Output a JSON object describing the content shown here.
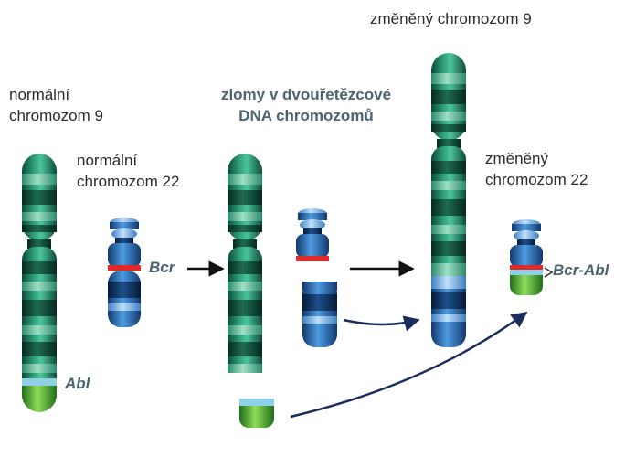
{
  "labels": {
    "normal_chr9": [
      "normální",
      "chromozom 9"
    ],
    "normal_chr22": [
      "normální",
      "chromozom 22"
    ],
    "breaks_heading": [
      "zlomy v dvouřetězcové",
      "DNA chromozomů"
    ],
    "changed_chr9": "změněný chromozom 9",
    "changed_chr22": [
      "změněný",
      "chromozom 22"
    ]
  },
  "genes": {
    "abl": "Abl",
    "bcr": "Bcr",
    "fusion": "Bcr-Abl"
  },
  "colors": {
    "chr9_green": "#1f8a6a",
    "chr22_blue": "#2f74b8",
    "abl_green": "#5fb83a",
    "abl_band": "#8fd0e6",
    "bcr_red": "#e02a2a",
    "arrow": "#1a2d5c"
  }
}
